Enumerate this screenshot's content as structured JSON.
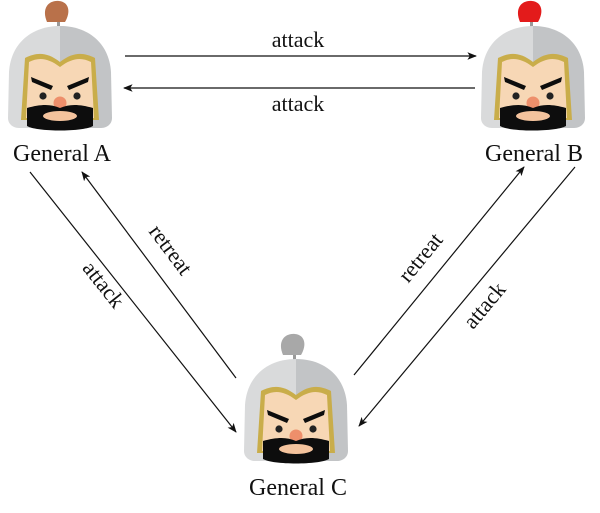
{
  "diagram": {
    "type": "byzantine-generals-communication",
    "colors": {
      "helmet_light": "#d9dadb",
      "helmet_dark": "#c2c4c6",
      "helmet_trim": "#c9ad4a",
      "skin": "#f7d7b5",
      "nose": "#ee8f6b",
      "beard": "#0d0d0d",
      "mouth": "#f4c39d",
      "arrow": "#111111"
    },
    "generals": [
      {
        "id": "A",
        "label": "General A",
        "plume_color": "#b9714a"
      },
      {
        "id": "B",
        "label": "General B",
        "plume_color": "#e31b1b"
      },
      {
        "id": "C",
        "label": "General C",
        "plume_color": "#a8a8a8"
      }
    ],
    "edges": [
      {
        "from": "A",
        "to": "B",
        "label": "attack"
      },
      {
        "from": "B",
        "to": "A",
        "label": "attack"
      },
      {
        "from": "A",
        "to": "C",
        "label": "attack"
      },
      {
        "from": "C",
        "to": "A",
        "label": "retreat"
      },
      {
        "from": "C",
        "to": "B",
        "label": "retreat"
      },
      {
        "from": "B",
        "to": "C",
        "label": "attack"
      }
    ]
  }
}
